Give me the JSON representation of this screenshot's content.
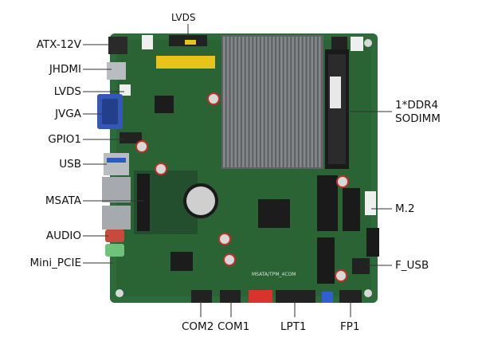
{
  "labels": {
    "lvds_top": "LVDS",
    "atx": "ATX-12V",
    "jhdmi": "JHDMI",
    "lvds": "LVDS",
    "jvga": "JVGA",
    "gpio": "GPIO1",
    "usb": "USB",
    "msata": "MSATA",
    "audio": "AUDIO",
    "minipcie": "Mini_PCIE",
    "ddr_line1": "1*DDR4",
    "ddr_line2": "SODIMM",
    "m2": "M.2",
    "fusb": "F_USB",
    "com2": "COM2",
    "com1": "COM1",
    "lpt1": "LPT1",
    "fp1": "FP1"
  },
  "board_silkscreen": "MSATA/TPM_4COM",
  "colors": {
    "pcb": "#2e6b3a",
    "pcb_dark": "#1f4f2b",
    "heatsink": "#6d6f72",
    "header_yellow": "#e9c21a",
    "header_red": "#d8332c",
    "header_blue": "#2f5fd0",
    "port_silver": "#b9bcc0",
    "vga_blue": "#3557b8",
    "audio_red": "#c84a3f",
    "audio_green": "#6fc27a"
  }
}
